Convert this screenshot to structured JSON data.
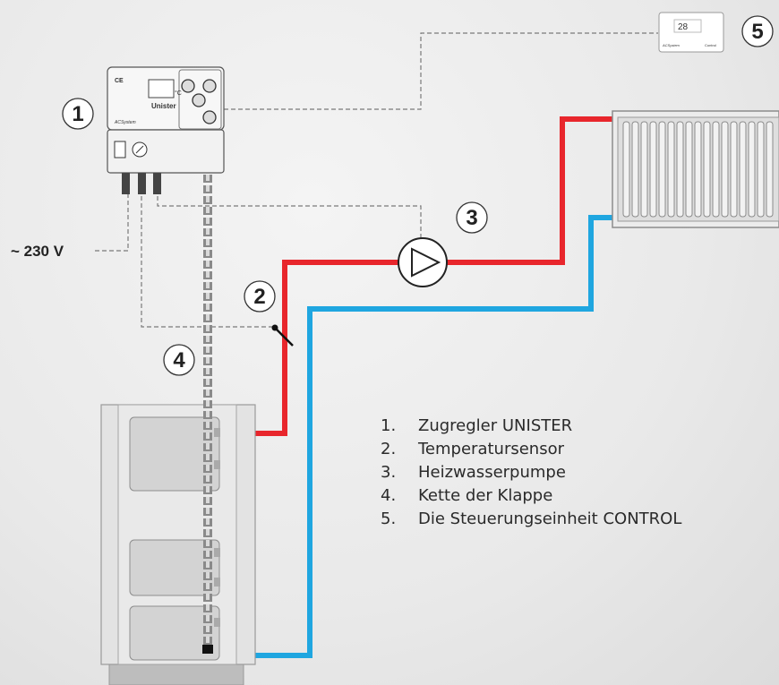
{
  "voltage_label": "~ 230 V",
  "badges": [
    "1",
    "2",
    "3",
    "4",
    "5"
  ],
  "legend": [
    {
      "num": "1.",
      "text": "Zugregler UNISTER"
    },
    {
      "num": "2.",
      "text": "Temperatursensor"
    },
    {
      "num": "3.",
      "text": "Heizwasserpumpe"
    },
    {
      "num": "4.",
      "text": "Kette der Klappe"
    },
    {
      "num": "5.",
      "text": "Die Steuerungseinheit CONTROL"
    }
  ],
  "controller": {
    "model": "Unister",
    "brand": "ACSystem",
    "ce_mark": "CE",
    "temp_unit": "°C"
  },
  "control_panel": {
    "display": "28",
    "brand": "ACSystem",
    "model": "Control"
  },
  "colors": {
    "supply_pipe": "#e8262c",
    "return_pipe": "#1fa6e0",
    "signal_line": "#777777"
  }
}
